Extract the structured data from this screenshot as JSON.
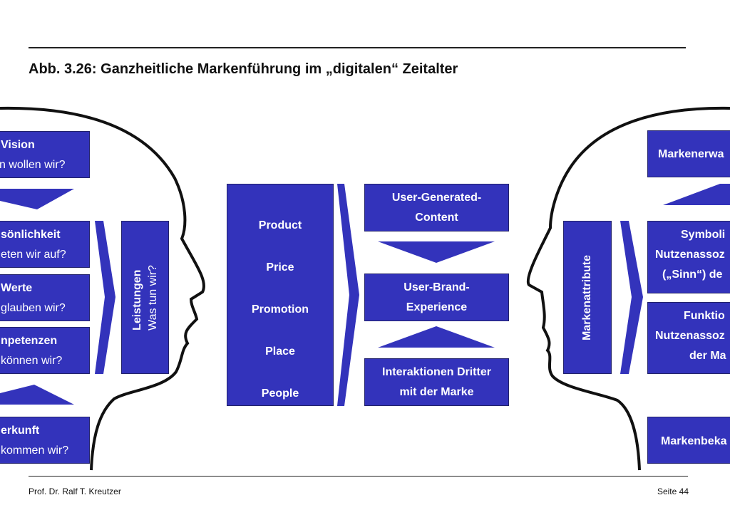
{
  "title": "Abb. 3.26: Ganzheitliche Markenführung im „digitalen“ Zeitalter",
  "footer": {
    "author": "Prof. Dr. Ralf T. Kreutzer",
    "page": "Seite 44"
  },
  "left_head": {
    "vision": {
      "label": "Vision",
      "question": "n wollen wir?"
    },
    "persoenlichkeit": {
      "label": "sönlichkeit",
      "question": "eten wir auf?"
    },
    "werte": {
      "label": "Werte",
      "question": "glauben wir?"
    },
    "kompetenzen": {
      "label": "npetenzen",
      "question": "können wir?"
    },
    "herkunft": {
      "label": "erkunft",
      "question": "kommen wir?"
    },
    "leistungen": {
      "label": "Leistungen",
      "question": "Was tun wir?"
    }
  },
  "marketing_mix": [
    "Product",
    "Price",
    "Promotion",
    "Place",
    "People"
  ],
  "center_boxes": {
    "ugc": [
      "User-Generated-",
      "Content"
    ],
    "brand_experience": [
      "User-Brand-",
      "Experience"
    ],
    "interaktionen": [
      "Interaktionen Dritter",
      "mit der Marke"
    ]
  },
  "right_head": {
    "markenattribute": "Markenattribute",
    "markenerwartung": "Markenerwa",
    "symbolisch": [
      "Symboli",
      "Nutzenassoz",
      "(„Sinn“) de"
    ],
    "funktional": [
      "Funktio",
      "Nutzenassoz",
      "der Ma"
    ],
    "markenbekanntheit": "Markenbeka"
  },
  "colors": {
    "box": "#3333bb",
    "arrow": "#3333bb",
    "outline": "#111111"
  }
}
